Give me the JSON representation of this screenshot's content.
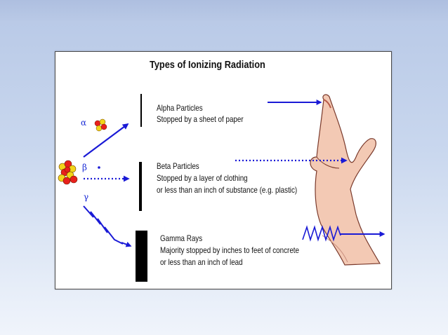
{
  "title": "Types of Ionizing Radiation",
  "alpha": {
    "symbol": "α",
    "name": "Alpha Particles",
    "description": "Stopped by a sheet of paper"
  },
  "beta": {
    "symbol": "β",
    "name": "Beta Particles",
    "description_line1": "Stopped by a layer of clothing",
    "description_line2": "or less than an inch of substance (e.g. plastic)"
  },
  "gamma": {
    "symbol": "γ",
    "name": "Gamma Rays",
    "description_line1": "Majority stopped by inches to feet of concrete",
    "description_line2": "or less than an inch of lead"
  },
  "colors": {
    "arrow": "#1a1ad6",
    "nucleus_red": "#e8201c",
    "nucleus_yellow": "#f2d51a",
    "barrier": "#000000",
    "hand": "#f3c9b4"
  }
}
